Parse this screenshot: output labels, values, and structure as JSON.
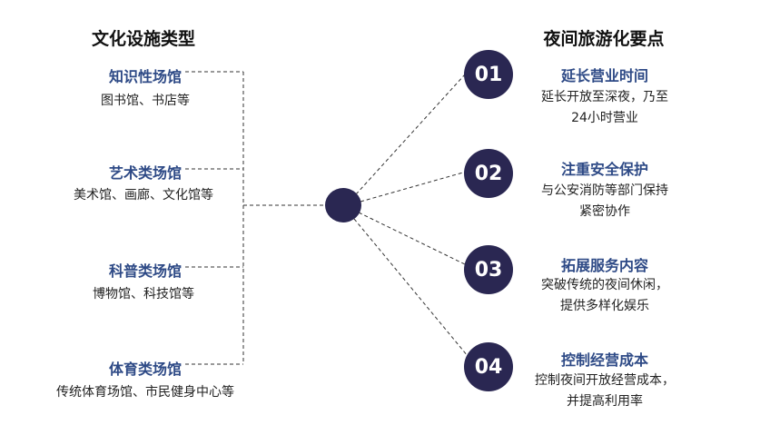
{
  "left_column": {
    "title": "文化设施类型",
    "venues": [
      {
        "title": "知识性场馆",
        "desc": "图书馆、书店等"
      },
      {
        "title": "艺术类场馆",
        "desc": "美术馆、画廊、文化馆等"
      },
      {
        "title": "科普类场馆",
        "desc": "博物馆、科技馆等"
      },
      {
        "title": "体育类场馆",
        "desc": "传统体育场馆、市民健身中心等"
      }
    ]
  },
  "right_column": {
    "title": "夜间旅游化要点",
    "points": [
      {
        "number": "01",
        "title": "延长营业时间",
        "desc_line1": "延长开放至深夜，乃至",
        "desc_line2": "24小时营业"
      },
      {
        "number": "02",
        "title": "注重安全保护",
        "desc_line1": "与公安消防等部门保持",
        "desc_line2": "紧密协作"
      },
      {
        "number": "03",
        "title": "拓展服务内容",
        "desc_line1": "突破传统的夜间休闲，",
        "desc_line2": "提供多样化娱乐"
      },
      {
        "number": "04",
        "title": "控制经营成本",
        "desc_line1": "控制夜间开放经营成本，",
        "desc_line2": "并提高利用率"
      }
    ]
  },
  "colors": {
    "accent_navy": "#2a2752",
    "heading_blue": "#2e4a86"
  }
}
